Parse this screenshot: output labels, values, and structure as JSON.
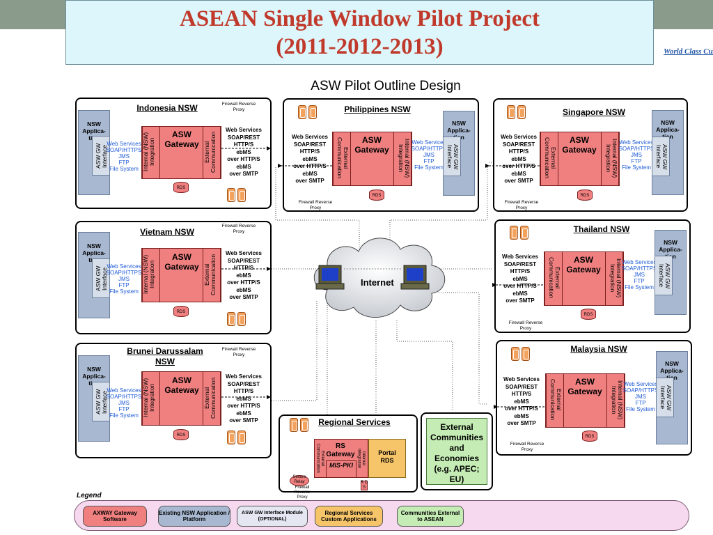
{
  "header": {
    "title_line1": "ASEAN Single Window Pilot Project",
    "title_line2": "(2011-2012-2013)",
    "brand_tag": "World Class Custome"
  },
  "diagram_title": "ASW Pilot Outline Design",
  "common": {
    "nsw_application": "NSW Applica-tion",
    "asw_gw_interface": "ASW GW Interface",
    "asw_gateway": "ASW Gateway",
    "internal_nsw_integration": "Internal (NSW) Integration",
    "external_communication": "External Communication",
    "rds": "RDS",
    "web_services_list": [
      "Web Services",
      "SOAP/REST",
      "HTTP/S",
      "ebMS",
      "over HTTP/S",
      "ebMS",
      "over SMTP"
    ],
    "nsw_protocols": [
      "Web Services",
      "SOAP/HTTPS",
      "JMS",
      "FTP",
      "File System"
    ],
    "firewall_reverse_proxy": "Firewall Reverse Proxy"
  },
  "panels": {
    "indonesia": "Indonesia NSW",
    "philippines": "Philippines NSW",
    "singapore": "Singapore NSW",
    "vietnam": "Vietnam NSW",
    "thailand": "Thailand NSW",
    "brunei": "Brunei Darussalam NSW",
    "malaysia": "Malaysia NSW"
  },
  "internet": "Internet",
  "regional_services": {
    "title": "Regional Services",
    "rs_gateway": "RS Gateway",
    "mis_pki": "MIS-PKI",
    "portal_rds": "Portal RDS",
    "external_communication": "External Communication",
    "internal_integration": "Internal Integration",
    "rds_vertical": "R D S",
    "secure_relay": "Secure Relay",
    "firewall_reverse_proxy": "Firewall Reverse Proxy"
  },
  "external_box": "External Communities and Economies (e.g. APEC; EU)",
  "legend": {
    "label": "Legend",
    "items": [
      {
        "text": "AXWAY Gateway Software",
        "color": "#f08080"
      },
      {
        "text": "Existing NSW Application / Platform",
        "color": "#a7b8d0"
      },
      {
        "text": "ASW GW Interface Module (OPTIONAL)",
        "color": "#e4e6f2"
      },
      {
        "text": "Regional Services Custom Applications",
        "color": "#f6c56a"
      },
      {
        "text": "Communities External to ASEAN",
        "color": "#c4ecb4"
      }
    ]
  },
  "colors": {
    "title_red": "#c0392b",
    "gateway_pink": "#f08080",
    "nsw_blue": "#a7b8d0",
    "protocol_blue": "#1e5ad6",
    "external_green": "#c4ecb4",
    "portal_orange": "#f6c56a",
    "legend_pink": "#f6d9ee"
  }
}
